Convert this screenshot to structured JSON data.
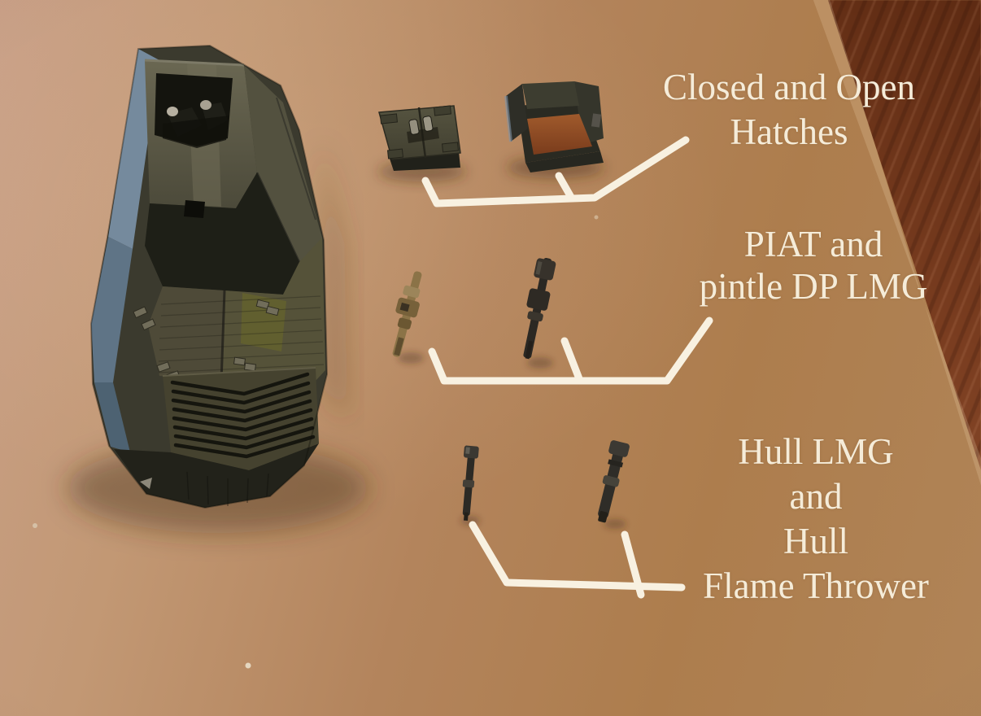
{
  "annotations": {
    "hatches": {
      "line1": "Closed and Open",
      "line2": "Hatches"
    },
    "piat": {
      "line1": "PIAT and",
      "line2": "pintle DP LMG"
    },
    "hull": {
      "line1": "Hull LMG",
      "line2": "and",
      "line3": "Hull",
      "line4": "Flame Thrower"
    }
  },
  "colors": {
    "annotation_text": "#f5ecd9",
    "leader_line": "#f8f1e1",
    "mat_light": "#c9a087",
    "mat_dark": "#ab7c4c",
    "wood_dark": "#5e2b13",
    "wood_light": "#a1734c",
    "vehicle_olive": "#4e4a38",
    "vehicle_blue_highlight": "#8099b0",
    "hatch_interior_rust": "#a05a2c",
    "piat_tan": "#8b7347"
  }
}
